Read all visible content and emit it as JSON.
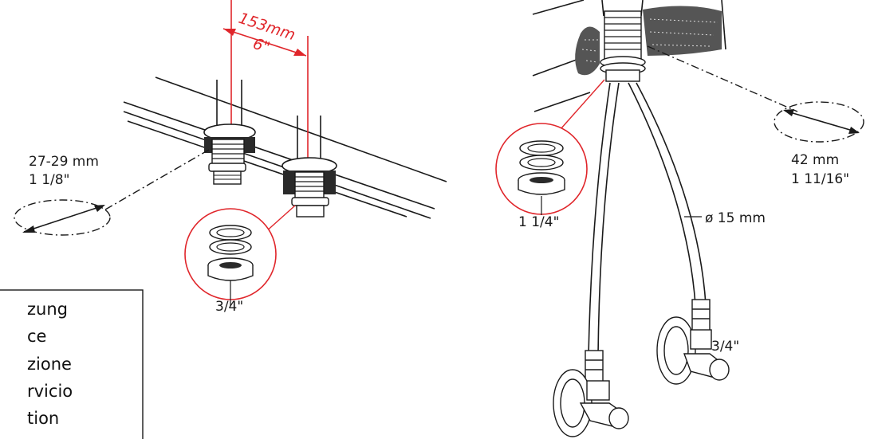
{
  "colors": {
    "accent": "#e0262b",
    "ink": "#1a1a1a",
    "rubber": "#2a2a2a"
  },
  "labels": {
    "spacing_mm": "153mm",
    "spacing_in": "6\"",
    "hole_left_mm": "27-29 mm",
    "hole_left_in": "1 1/8\"",
    "hole_right_mm": "42 mm",
    "hole_right_in": "1 11/16\"",
    "thread_left": "3/4\"",
    "thread_center": "1 1/4\"",
    "hose_diameter": "ø 15 mm",
    "valve_thread": "3/4\""
  },
  "legend_lines": [
    "zung",
    "ce",
    "zione",
    "rvicio",
    "tion"
  ]
}
